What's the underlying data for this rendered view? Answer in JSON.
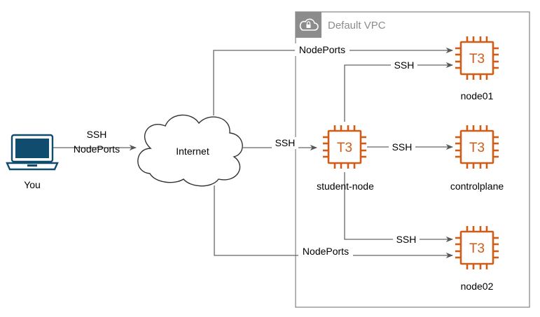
{
  "vpc": {
    "title": "Default VPC",
    "icon": "cloud-lock-icon",
    "border_color": "#8c8c8c"
  },
  "user": {
    "label": "You",
    "icon": "laptop-icon",
    "link_labels": [
      "SSH",
      "NodePorts"
    ]
  },
  "internet": {
    "label": "Internet",
    "icon": "cloud-icon"
  },
  "instances": {
    "student_node": {
      "label": "student-node",
      "type": "T3"
    },
    "node01": {
      "label": "node01",
      "type": "T3"
    },
    "controlplane": {
      "label": "controlplane",
      "type": "T3"
    },
    "node02": {
      "label": "node02",
      "type": "T3"
    }
  },
  "connections": {
    "internet_to_node01": "NodePorts",
    "internet_to_student": "SSH",
    "internet_to_node02": "NodePorts",
    "student_to_node01": "SSH",
    "student_to_controlplane": "SSH",
    "student_to_node02": "SSH"
  },
  "colors": {
    "instance": "#d05c17",
    "laptop_screen": "#0f4c6e",
    "line": "#666666"
  }
}
